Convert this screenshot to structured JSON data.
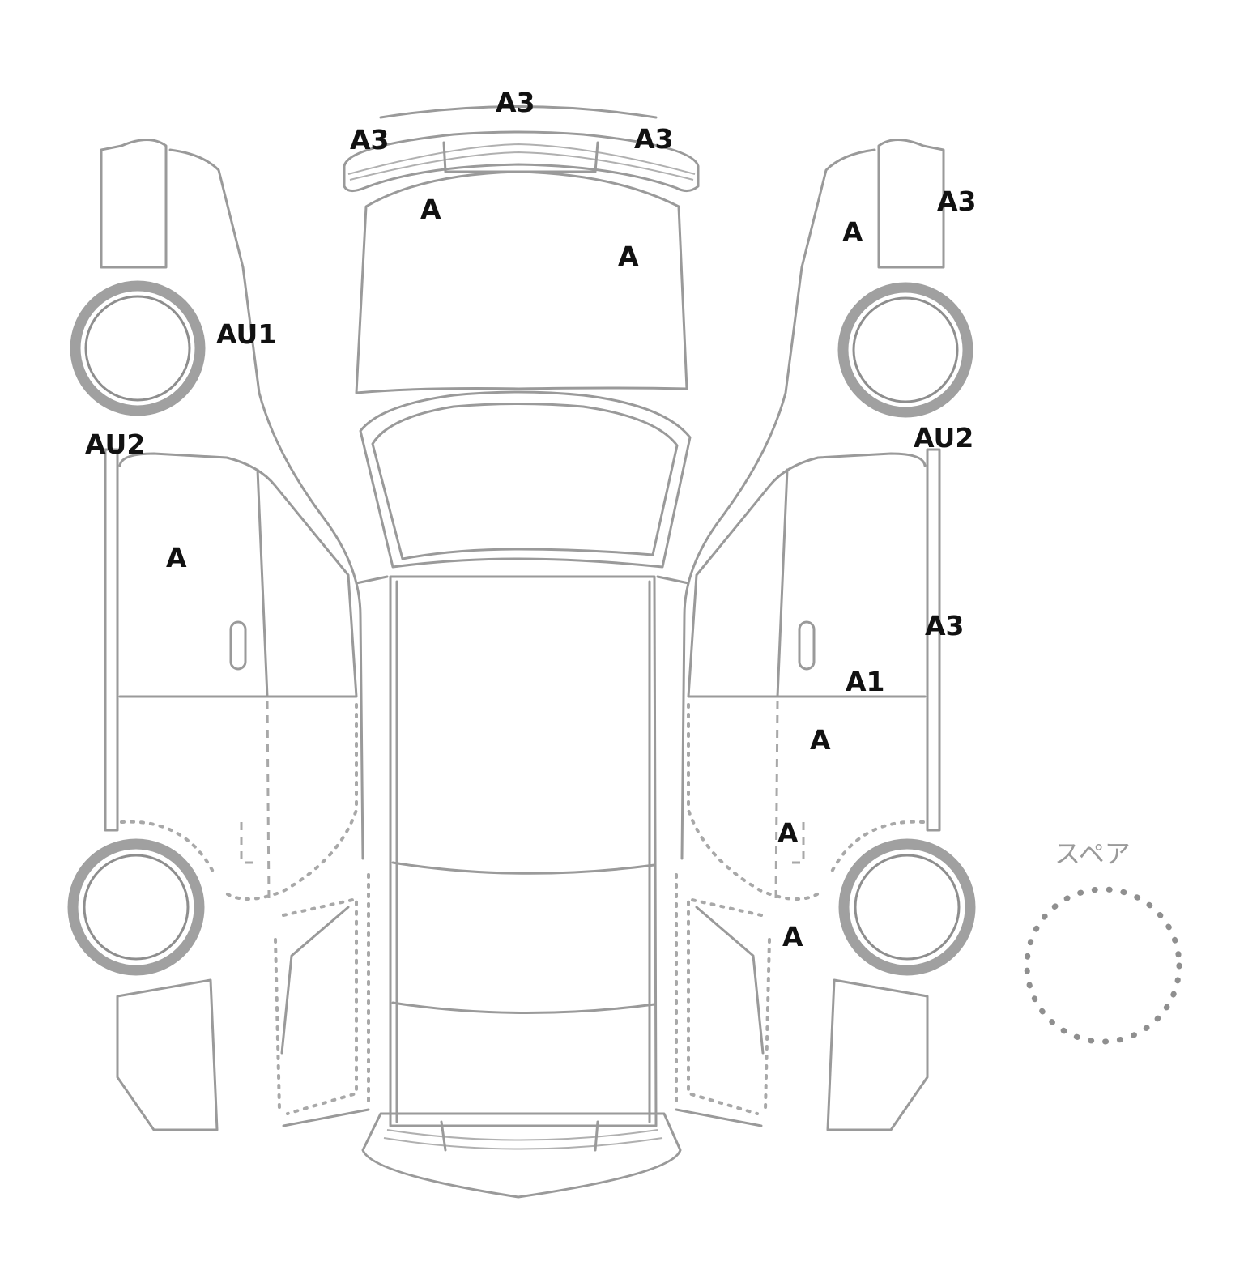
{
  "diagram": {
    "spare_label": "スペア",
    "marks": {
      "front_bumper_center": "A3",
      "front_bumper_left": "A3",
      "front_bumper_right": "A3",
      "hood_left": "A",
      "hood_right": "A",
      "left_front_fender": "AU1",
      "left_front_pillar": "AU2",
      "left_front_door": "A",
      "right_front_fender": "A",
      "right_front_bumper_corner": "A3",
      "right_front_pillar": "AU2",
      "right_front_door_edge": "A3",
      "right_front_door_lower": "A1",
      "right_rear_door": "A",
      "right_rocker": "A",
      "right_rear_quarter": "A"
    }
  }
}
